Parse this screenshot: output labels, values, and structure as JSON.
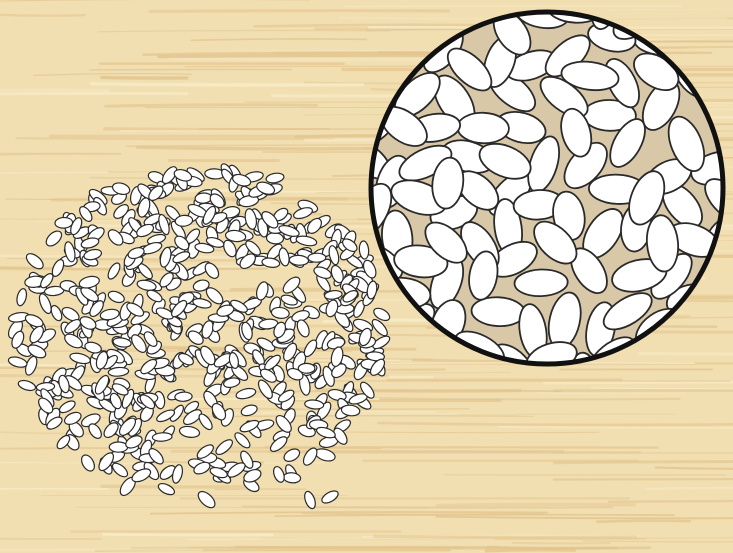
{
  "illustration": {
    "background": "wood-grain-surface",
    "subject": "rice-grain-pile",
    "inset": "magnified-rice-grains",
    "colors": {
      "wood_base": "#f1deb1",
      "wood_grain": "#e2c48d",
      "wood_highlight": "#f8ecc8",
      "grain_fill": "#ffffff",
      "grain_outline": "#2a2a2a",
      "inset_fill": "#d8c8a8",
      "inset_border": "#111111"
    }
  }
}
